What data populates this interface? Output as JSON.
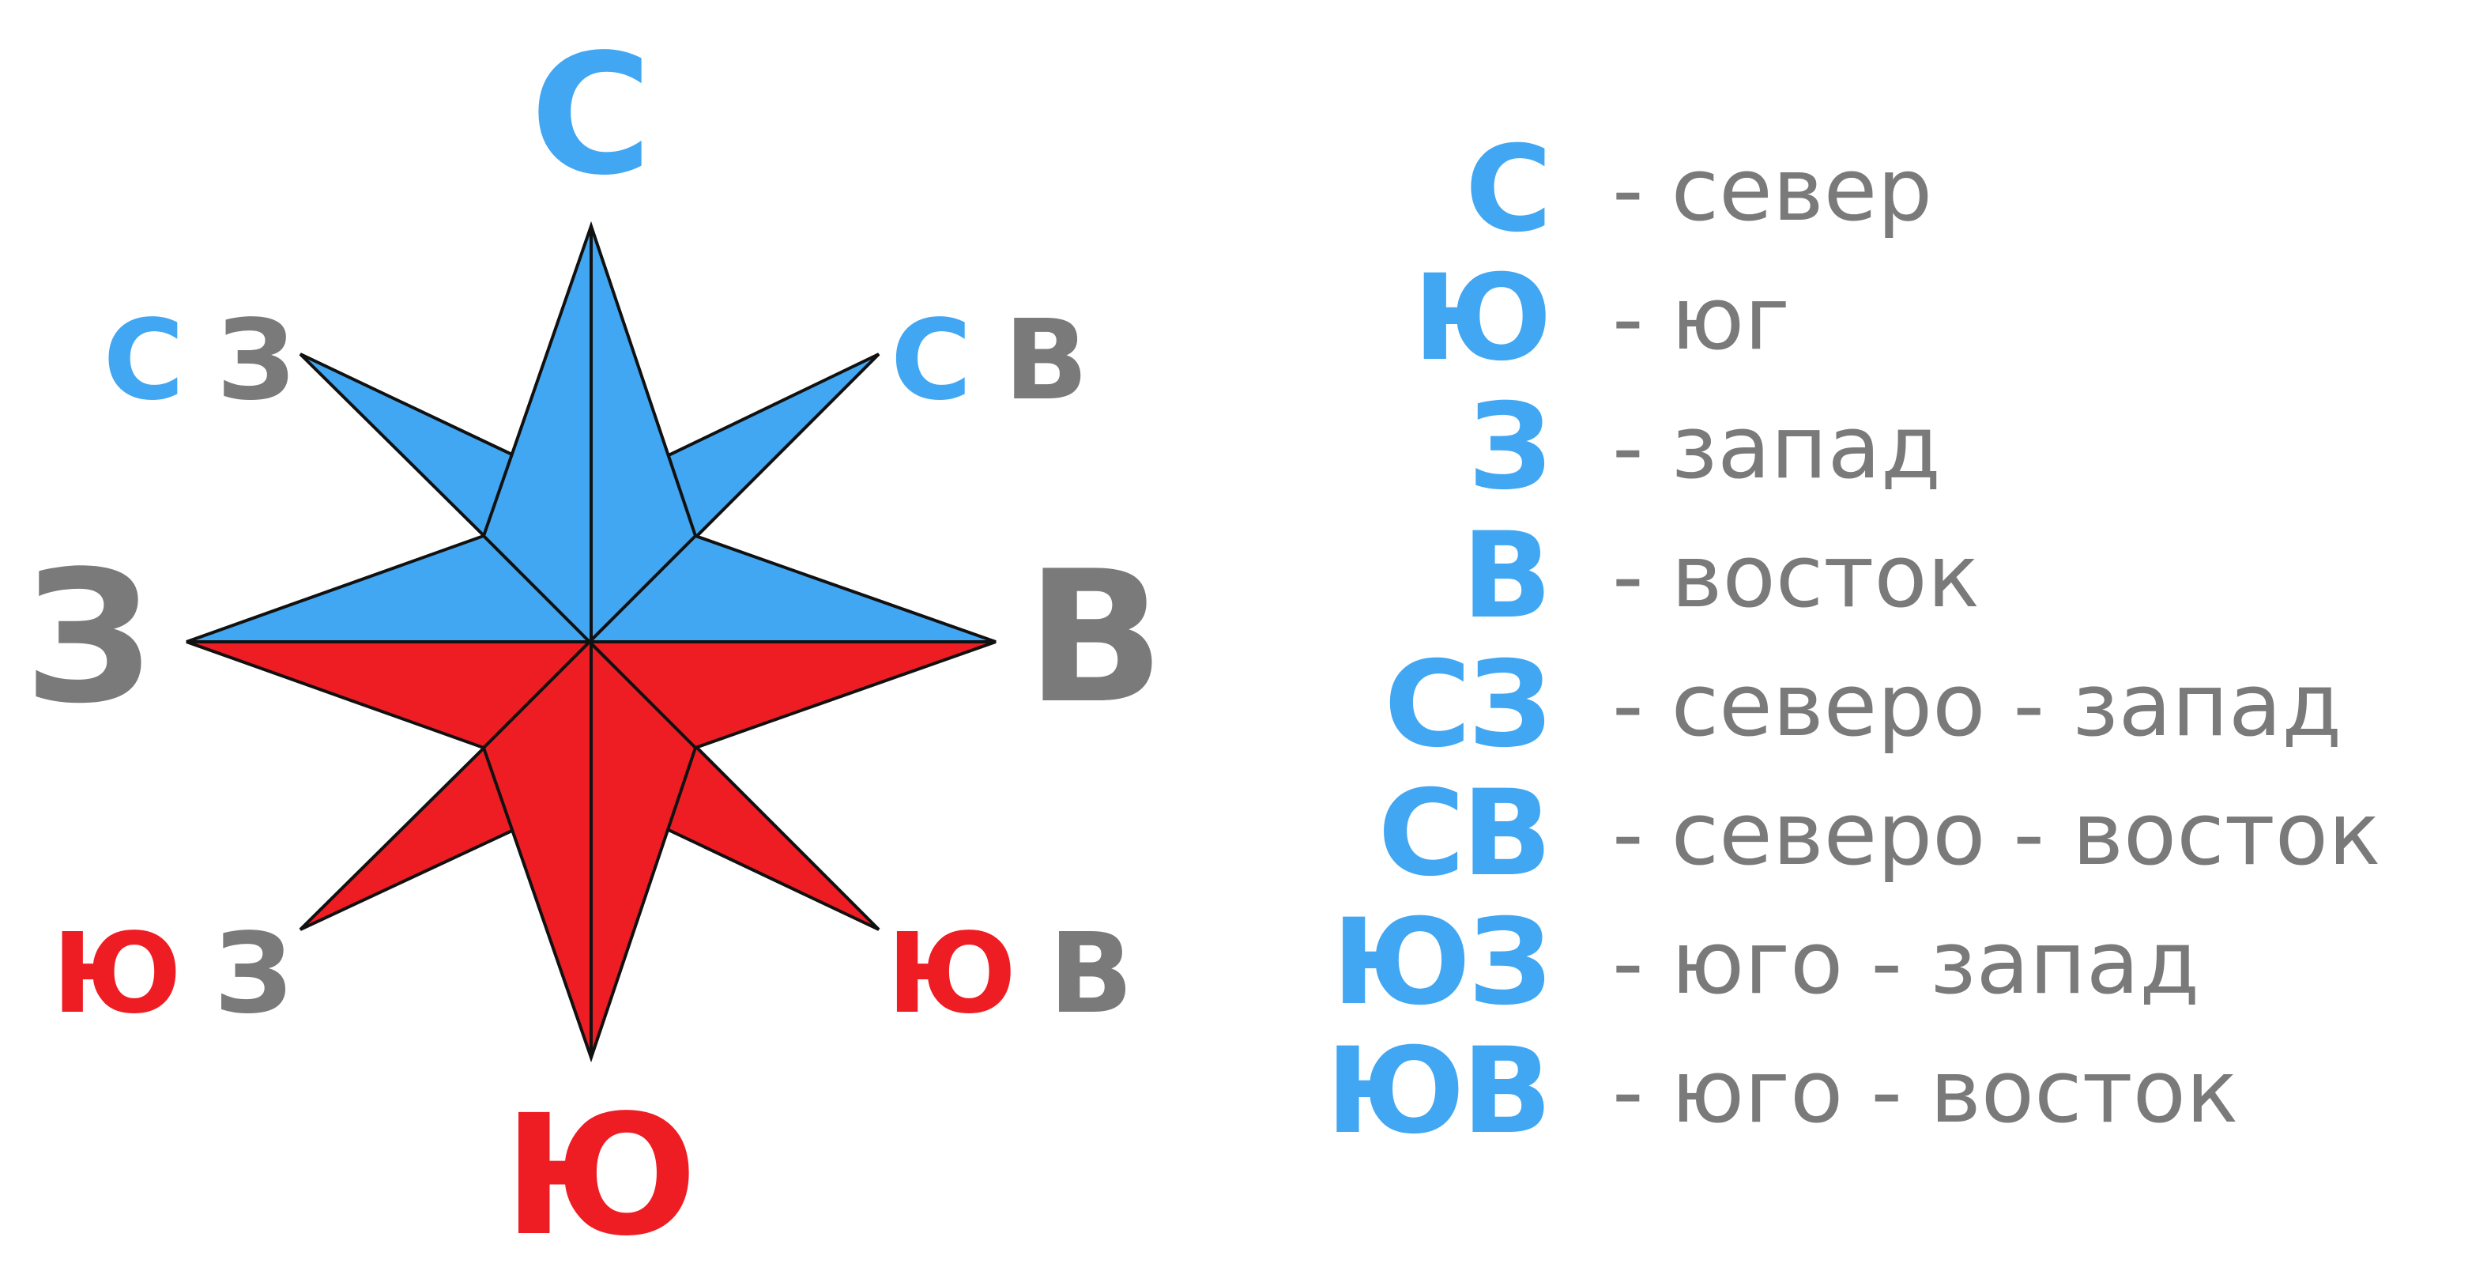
{
  "colors": {
    "north_half": "#42a7f2",
    "south_half": "#ee1d24",
    "grey_text": "#7a7a7a",
    "outline": "#111111"
  },
  "rose": {
    "labels": {
      "north": "С",
      "south": "Ю",
      "west": "З",
      "east": "В",
      "northwest": "СЗ",
      "northeast": "СВ",
      "southwest": "ЮЗ",
      "southeast": "ЮВ"
    }
  },
  "legend": {
    "items": [
      {
        "abbr": "С",
        "text": "- север"
      },
      {
        "abbr": "Ю",
        "text": "- юг"
      },
      {
        "abbr": "З",
        "text": "- запад"
      },
      {
        "abbr": "В",
        "text": "- восток"
      },
      {
        "abbr": "СЗ",
        "text": "- северо - запад"
      },
      {
        "abbr": "СВ",
        "text": "- северо - восток"
      },
      {
        "abbr": "ЮЗ",
        "text": "- юго - запад"
      },
      {
        "abbr": "ЮВ",
        "text": "- юго - восток"
      }
    ]
  }
}
